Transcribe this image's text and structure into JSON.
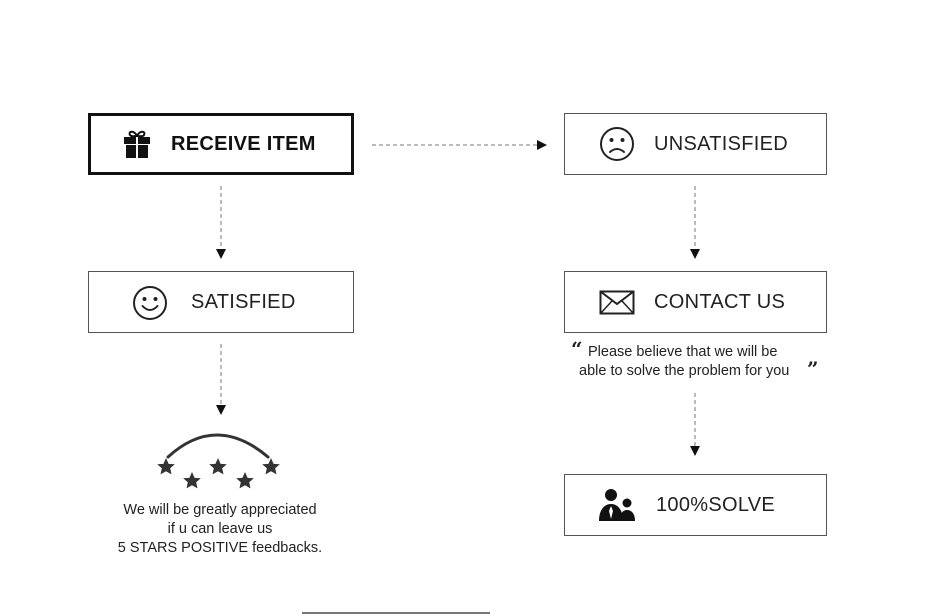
{
  "boxes": {
    "receive_item": {
      "label": "RECEIVE ITEM",
      "icon": "gift-icon"
    },
    "unsatisfied": {
      "label": "UNSATISFIED",
      "icon": "sad-face-icon"
    },
    "satisfied": {
      "label": "SATISFIED",
      "icon": "smiley-face-icon"
    },
    "contact_us": {
      "label": "CONTACT US",
      "icon": "envelope-icon"
    },
    "solve": {
      "label": "100%SOLVE",
      "icon": "people-icon"
    }
  },
  "quote": {
    "open_mark": "“",
    "line1": "Please believe that we will be",
    "line2": "able to solve the problem for you",
    "close_mark": "”"
  },
  "feedback": {
    "line1": "We will be greatly appreciated",
    "line2": "if u can leave us",
    "line3": "5 STARS POSITIVE feedbacks."
  },
  "stars_icon": "five-stars-icon"
}
